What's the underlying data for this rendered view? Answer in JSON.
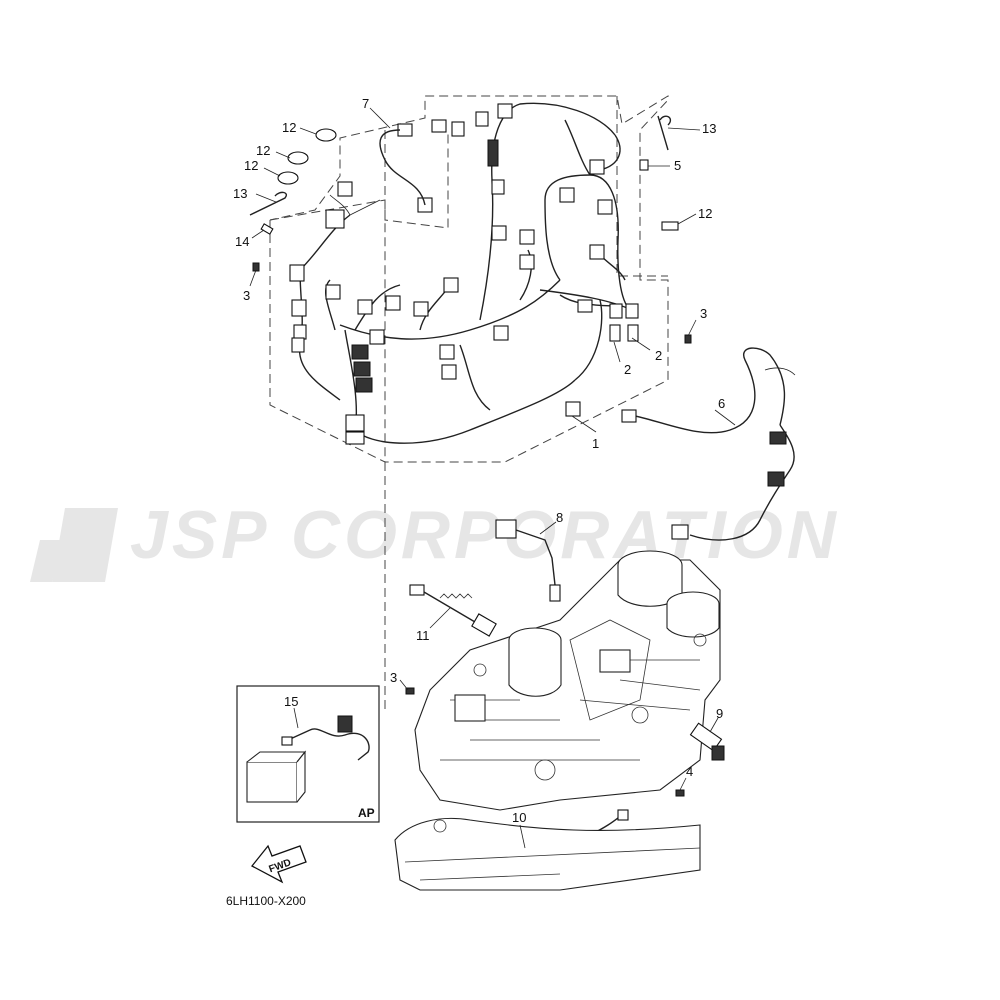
{
  "watermark": "JSP CORPORATION",
  "diagram_code": "6LH1100-X200",
  "fwd_label": "FWD",
  "inset_label": "AP",
  "callouts": {
    "c1": "1",
    "c2a": "2",
    "c2b": "2",
    "c3a": "3",
    "c3b": "3",
    "c3c": "3",
    "c4": "4",
    "c5": "5",
    "c6": "6",
    "c7": "7",
    "c8": "8",
    "c9": "9",
    "c10": "10",
    "c11": "11",
    "c12a": "12",
    "c12b": "12",
    "c12c": "12",
    "c12d": "12",
    "c13a": "13",
    "c13b": "13",
    "c14": "14",
    "c15": "15"
  }
}
